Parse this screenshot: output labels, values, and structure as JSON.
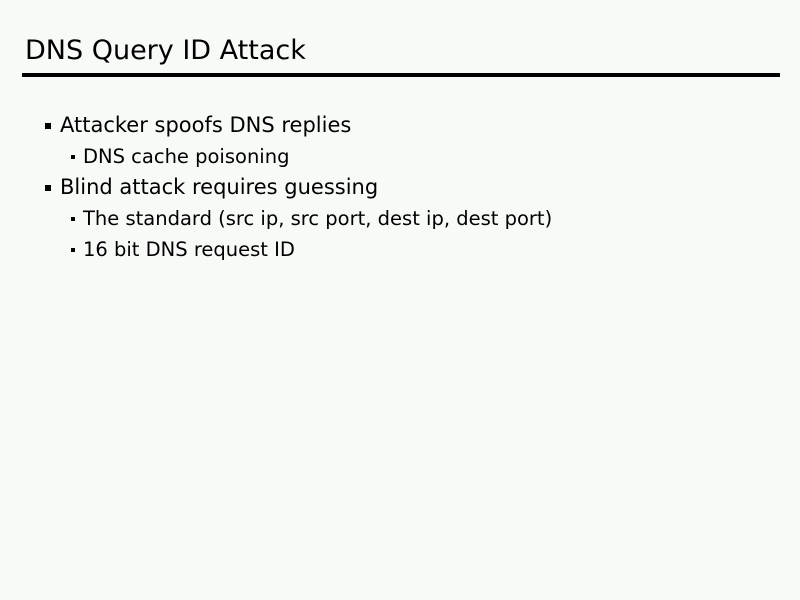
{
  "slide": {
    "title": "DNS Query ID Attack",
    "background_color": "#f7faf7",
    "text_color": "#000000",
    "rule_color": "#000000",
    "bullets": [
      {
        "level": 1,
        "text": "Attacker spoofs DNS replies",
        "marker": "square-bullet"
      },
      {
        "level": 2,
        "text": "DNS cache poisoning",
        "marker": "square-bullet-small"
      },
      {
        "level": 1,
        "text": "Blind attack requires guessing",
        "marker": "square-bullet"
      },
      {
        "level": 2,
        "text": "The standard (src ip, src port, dest ip, dest port)",
        "marker": "square-bullet-small"
      },
      {
        "level": 2,
        "text": "16 bit DNS request ID",
        "marker": "square-bullet-small"
      }
    ]
  }
}
